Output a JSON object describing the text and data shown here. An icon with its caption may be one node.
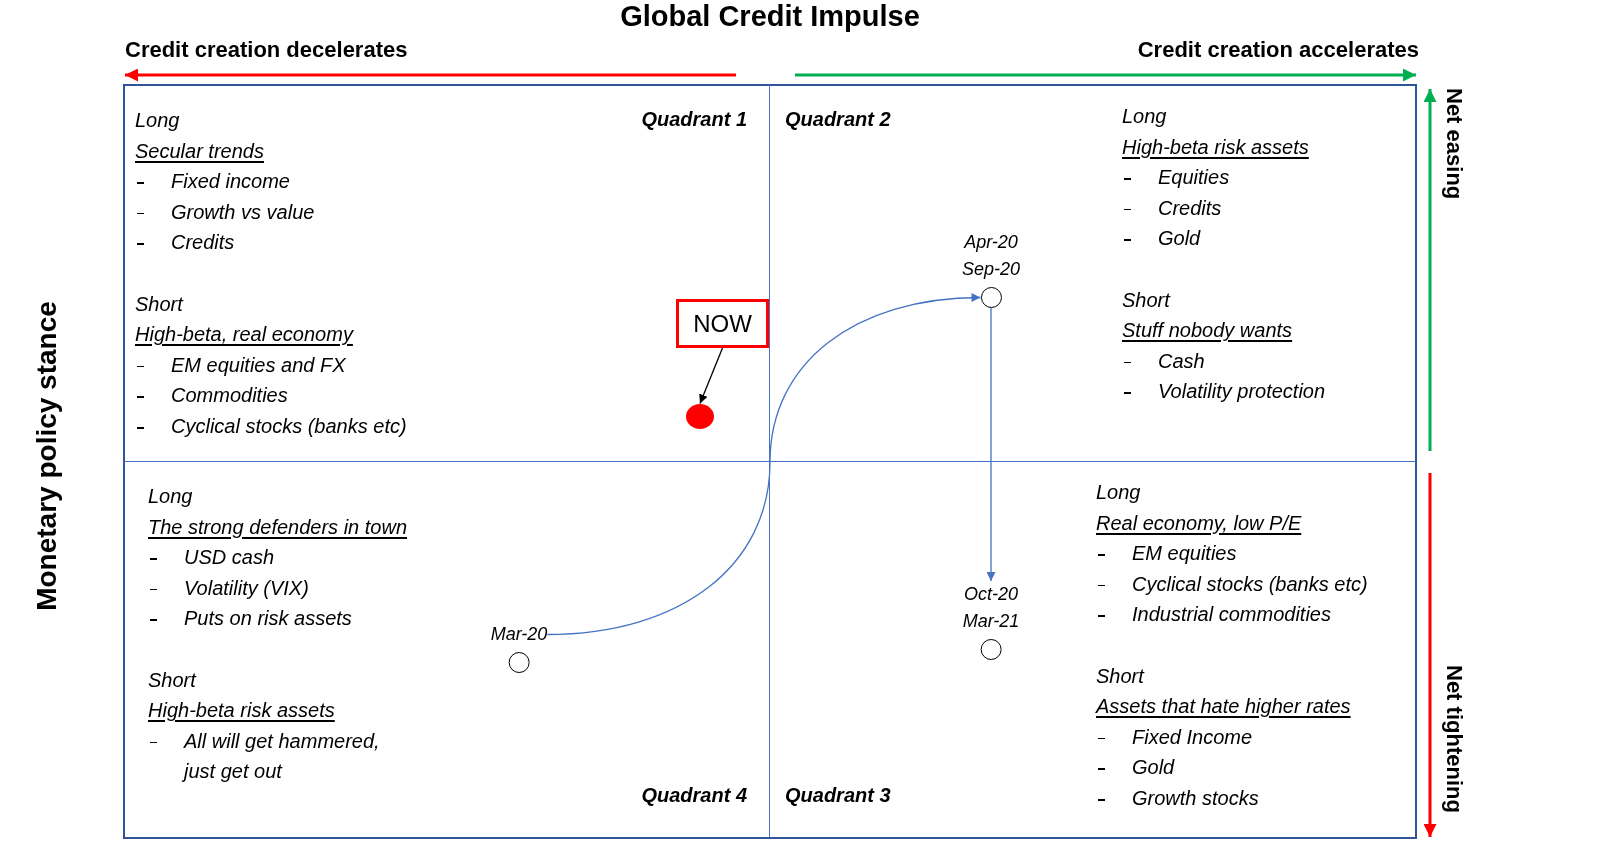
{
  "diagram": {
    "title": "Global Credit Impulse",
    "nodes": [
      {
        "text": [
          "Quadrant 1",
          "Long",
          "Secular trends",
          "Fixed income",
          "Growth vs value",
          "Credits",
          "Short",
          "High-beta, real economy",
          "EM equities and FX",
          "Commodities",
          "Cyclical stocks (banks etc)"
        ]
      },
      {
        "text": [
          "NOW"
        ],
        "in": 0
      },
      {
        "text": [],
        "shape": "circle",
        "in": 0
      },
      {
        "text": [
          "Quadrant 2",
          "Long",
          "High-beta risk assets",
          "Equities",
          "Credits",
          "Gold",
          "Short",
          "Stuff nobody wants",
          "Cash",
          "Volatility protection"
        ]
      },
      {
        "text": [],
        "shape": "circle",
        "in": 3,
        "beside": [
          "Apr-20",
          "Sep-20"
        ]
      },
      {
        "text": [
          "Quadrant 4",
          "Long",
          "The strong defenders in town",
          "USD cash",
          "Volatility (VIX)",
          "Puts on risk assets",
          "Short",
          "High-beta risk assets",
          "All will get hammered, just get out"
        ]
      },
      {
        "text": [],
        "shape": "circle",
        "in": 5,
        "beside": [
          "Mar-20"
        ]
      },
      {
        "text": [
          "Quadrant 3",
          "Long",
          "Real economy, low P/E",
          "EM equities",
          "Cyclical stocks (banks etc)",
          "Industrial commodities",
          "Short",
          "Assets that hate higher rates",
          "Fixed Income",
          "Gold",
          "Growth stocks"
        ]
      },
      {
        "text": [],
        "shape": "circle",
        "in": 7,
        "beside": [
          "Oct-20",
          "Mar-21"
        ]
      }
    ],
    "edges": [
      {
        "from": 1,
        "to": 2,
        "arrow": "to",
        "color": "#000000"
      },
      {
        "from": 6,
        "to": 4,
        "arrow": "to"
      },
      {
        "from": 4,
        "to": 8,
        "arrow": "to"
      }
    ],
    "labels": [
      "Credit creation decelerates",
      "Credit creation accelerates",
      "Net easing",
      "Monetary policy stance",
      "Net tightening"
    ]
  }
}
